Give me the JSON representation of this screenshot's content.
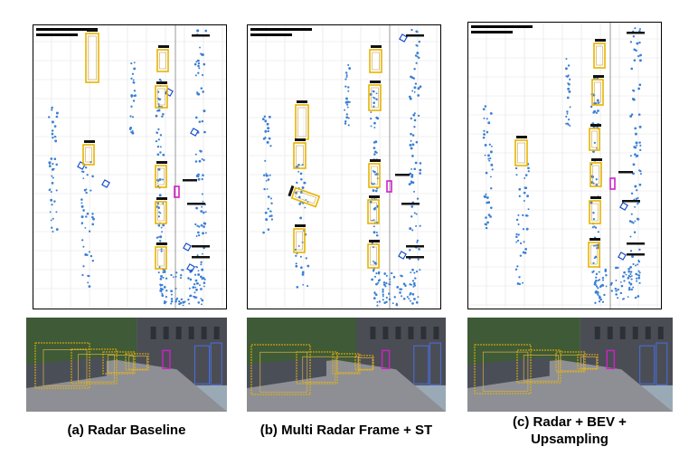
{
  "panels": [
    {
      "id": "a",
      "caption": "(a) Radar Baseline"
    },
    {
      "id": "b",
      "caption": "(b) Multi Radar Frame + ST"
    },
    {
      "id": "c",
      "caption_line1": "(c) Radar + BEV +",
      "caption_line2": "Upsampling"
    }
  ],
  "colors": {
    "radar_points": "#3a7fd5",
    "car_box": "#e8b400",
    "pedestrian_box": "#d020c8",
    "grid": "#e3e3e3",
    "ego_line": "#808080",
    "label_tag": "#111111"
  },
  "icons": {
    "radar-point": "dot",
    "car": "rect-outline-yellow",
    "pedestrian": "rect-outline-magenta"
  }
}
